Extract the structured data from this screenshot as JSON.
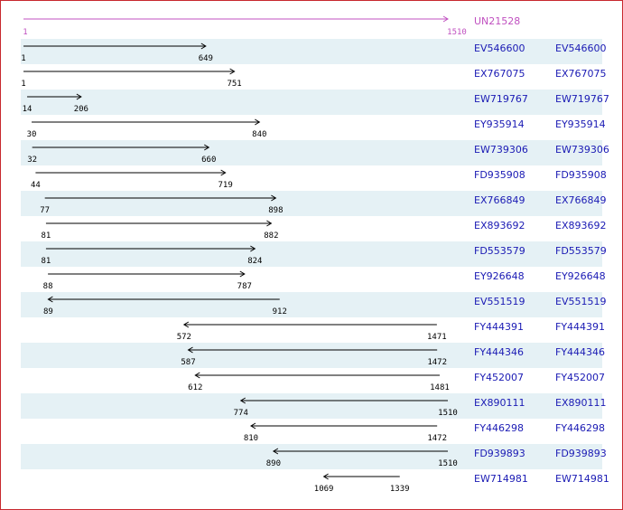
{
  "reference": {
    "accession": "UN21528",
    "start": 1,
    "end": 1510,
    "color": "#c050c0"
  },
  "alignments": [
    {
      "accession": "EV546600",
      "start": 1,
      "end": 649,
      "strand": "+"
    },
    {
      "accession": "EX767075",
      "start": 1,
      "end": 751,
      "strand": "+"
    },
    {
      "accession": "EW719767",
      "start": 14,
      "end": 206,
      "strand": "+"
    },
    {
      "accession": "EY935914",
      "start": 30,
      "end": 840,
      "strand": "+"
    },
    {
      "accession": "EW739306",
      "start": 32,
      "end": 660,
      "strand": "+"
    },
    {
      "accession": "FD935908",
      "start": 44,
      "end": 719,
      "strand": "+"
    },
    {
      "accession": "EX766849",
      "start": 77,
      "end": 898,
      "strand": "+"
    },
    {
      "accession": "EX893692",
      "start": 81,
      "end": 882,
      "strand": "+"
    },
    {
      "accession": "FD553579",
      "start": 81,
      "end": 824,
      "strand": "+"
    },
    {
      "accession": "EY926648",
      "start": 88,
      "end": 787,
      "strand": "+"
    },
    {
      "accession": "EV551519",
      "start": 89,
      "end": 912,
      "strand": "-"
    },
    {
      "accession": "FY444391",
      "start": 572,
      "end": 1471,
      "strand": "-"
    },
    {
      "accession": "FY444346",
      "start": 587,
      "end": 1472,
      "strand": "-"
    },
    {
      "accession": "FY452007",
      "start": 612,
      "end": 1481,
      "strand": "-"
    },
    {
      "accession": "EX890111",
      "start": 774,
      "end": 1510,
      "strand": "-"
    },
    {
      "accession": "FY446298",
      "start": 810,
      "end": 1472,
      "strand": "-"
    },
    {
      "accession": "FD939893",
      "start": 890,
      "end": 1510,
      "strand": "-"
    },
    {
      "accession": "EW714981",
      "start": 1069,
      "end": 1339,
      "strand": "-"
    }
  ],
  "colors": {
    "accession": "#1a1ab4",
    "shade": "#e5f1f5",
    "border": "#c8282e",
    "line": "#000000"
  }
}
